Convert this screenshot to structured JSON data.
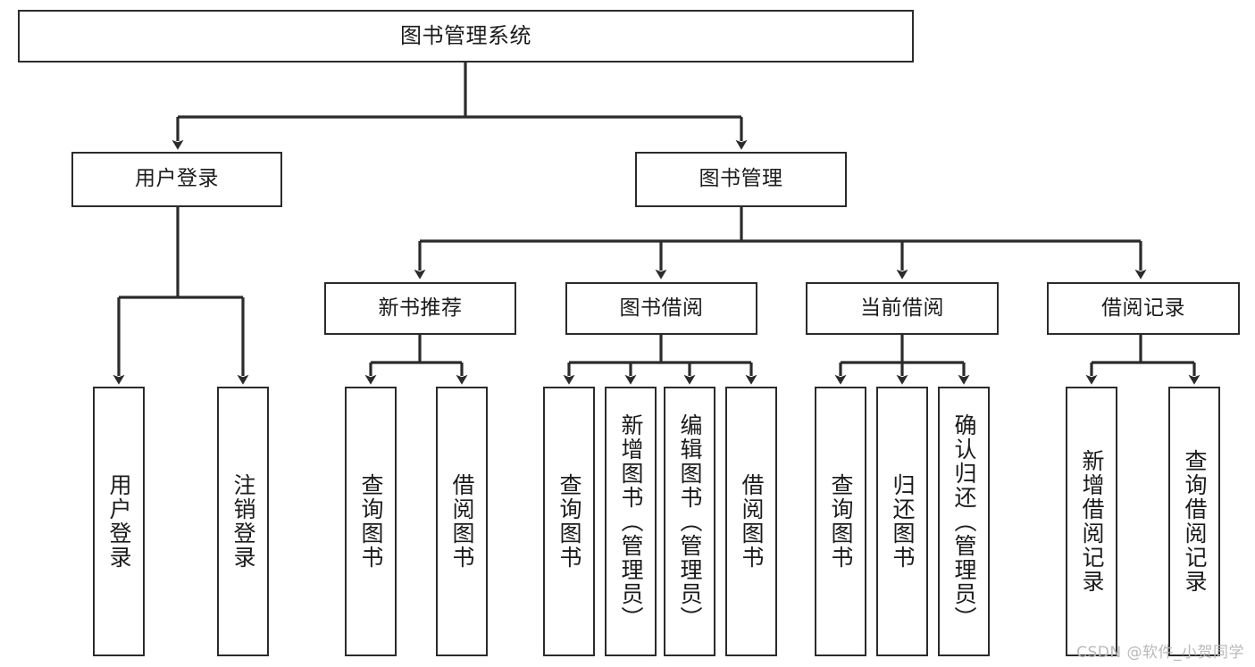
{
  "diagram": {
    "title": "图书管理系统",
    "watermark": "CSDN @软件_小贺同学",
    "type": "tree-hierarchy",
    "line_color": "#2b2b2b",
    "box_fill": "#ffffff",
    "text_color": "#1b1b1b",
    "watermark_color": "#b9b9b9",
    "levels": [
      {
        "level": 1,
        "nodes": [
          {
            "id": "root",
            "label": "图书管理系统",
            "orientation": "horizontal"
          }
        ]
      },
      {
        "level": 2,
        "nodes": [
          {
            "id": "login",
            "label": "用户登录",
            "orientation": "horizontal",
            "parent": "root"
          },
          {
            "id": "bookmgmt",
            "label": "图书管理",
            "orientation": "horizontal",
            "parent": "root"
          }
        ]
      },
      {
        "level": 3,
        "nodes": [
          {
            "id": "newbook",
            "label": "新书推荐",
            "orientation": "horizontal",
            "parent": "bookmgmt"
          },
          {
            "id": "borrow",
            "label": "图书借阅",
            "orientation": "horizontal",
            "parent": "bookmgmt"
          },
          {
            "id": "current",
            "label": "当前借阅",
            "orientation": "horizontal",
            "parent": "bookmgmt"
          },
          {
            "id": "records",
            "label": "借阅记录",
            "orientation": "horizontal",
            "parent": "bookmgmt"
          }
        ]
      },
      {
        "level": 4,
        "nodes": [
          {
            "id": "leaf-1",
            "label": "用户登录",
            "orientation": "vertical",
            "parent": "login"
          },
          {
            "id": "leaf-2",
            "label": "注销登录",
            "orientation": "vertical",
            "parent": "login"
          },
          {
            "id": "leaf-3",
            "label": "查询图书",
            "orientation": "vertical",
            "parent": "newbook"
          },
          {
            "id": "leaf-4",
            "label": "借阅图书",
            "orientation": "vertical",
            "parent": "newbook"
          },
          {
            "id": "leaf-5",
            "label": "查询图书",
            "orientation": "vertical",
            "parent": "borrow"
          },
          {
            "id": "leaf-6",
            "label": "新增图书（管理员）",
            "orientation": "vertical",
            "parent": "borrow"
          },
          {
            "id": "leaf-7",
            "label": "编辑图书（管理员）",
            "orientation": "vertical",
            "parent": "borrow"
          },
          {
            "id": "leaf-8",
            "label": "借阅图书",
            "orientation": "vertical",
            "parent": "borrow"
          },
          {
            "id": "leaf-9",
            "label": "查询图书",
            "orientation": "vertical",
            "parent": "current"
          },
          {
            "id": "leaf-10",
            "label": "归还图书",
            "orientation": "vertical",
            "parent": "current"
          },
          {
            "id": "leaf-11",
            "label": "确认归还（管理员）",
            "orientation": "vertical",
            "parent": "current"
          },
          {
            "id": "leaf-12",
            "label": "新增借阅记录",
            "orientation": "vertical",
            "parent": "records"
          },
          {
            "id": "leaf-13",
            "label": "查询借阅记录",
            "orientation": "vertical",
            "parent": "records"
          }
        ]
      }
    ]
  }
}
